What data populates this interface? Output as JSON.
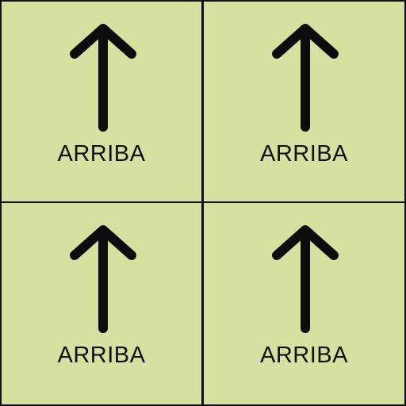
{
  "colors": {
    "card_background": "#d6e0a0",
    "border": "#111111",
    "arrow": "#0d0d0d",
    "text": "#111111"
  },
  "cards": [
    {
      "icon": "arrow-up-icon",
      "label": "ARRIBA"
    },
    {
      "icon": "arrow-up-icon",
      "label": "ARRIBA"
    },
    {
      "icon": "arrow-up-icon",
      "label": "ARRIBA"
    },
    {
      "icon": "arrow-up-icon",
      "label": "ARRIBA"
    }
  ]
}
